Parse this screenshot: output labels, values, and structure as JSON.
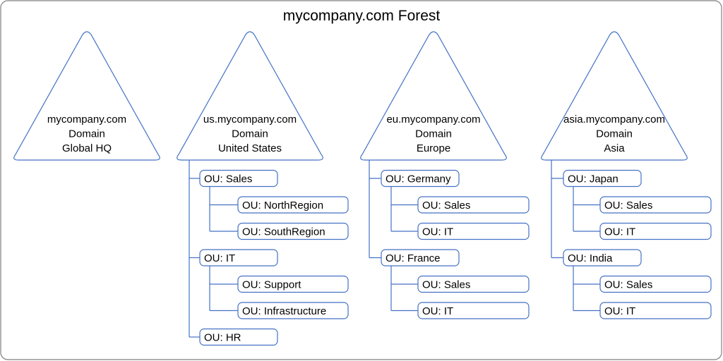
{
  "title": "mycompany.com Forest",
  "colors": {
    "border": "#4472c4",
    "frame": "#7f7f7f",
    "text": "#000000"
  },
  "domains": [
    {
      "lines": [
        "mycompany.com",
        "Domain",
        "Global HQ"
      ],
      "ous": []
    },
    {
      "lines": [
        "us.mycompany.com",
        "Domain",
        "United States"
      ],
      "ous": [
        {
          "label": "OU: Sales",
          "children": [
            "OU: NorthRegion",
            "OU: SouthRegion"
          ]
        },
        {
          "label": "OU: IT",
          "children": [
            "OU: Support",
            "OU: Infrastructure"
          ]
        },
        {
          "label": "OU: HR",
          "children": []
        }
      ]
    },
    {
      "lines": [
        "eu.mycompany.com",
        "Domain",
        "Europe"
      ],
      "ous": [
        {
          "label": "OU: Germany",
          "children": [
            "OU: Sales",
            "OU: IT"
          ]
        },
        {
          "label": "OU: France",
          "children": [
            "OU: Sales",
            "OU: IT"
          ]
        }
      ]
    },
    {
      "lines": [
        "asia.mycompany.com",
        "Domain",
        "Asia"
      ],
      "ous": [
        {
          "label": "OU: Japan",
          "children": [
            "OU: Sales",
            "OU: IT"
          ]
        },
        {
          "label": "OU: India",
          "children": [
            "OU: Sales",
            "OU: IT"
          ]
        }
      ]
    }
  ]
}
